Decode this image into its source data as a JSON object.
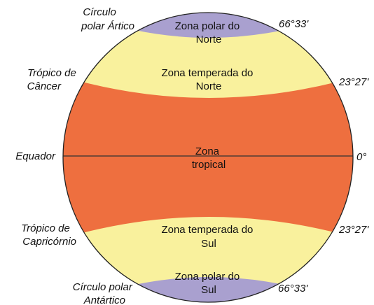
{
  "zones": {
    "north_polar": {
      "line1": "Zona polar do",
      "line2": "Norte",
      "color": "#a9a0cf"
    },
    "north_temperate": {
      "line1": "Zona temperada do",
      "line2": "Norte",
      "color": "#f9f19d"
    },
    "tropical": {
      "line1": "Zona",
      "line2": "tropical",
      "color": "#ee6f3f"
    },
    "south_temperate": {
      "line1": "Zona temperada do",
      "line2": "Sul",
      "color": "#f9f19d"
    },
    "south_polar": {
      "line1": "Zona polar do",
      "line2": "Sul",
      "color": "#a9a0cf"
    }
  },
  "left_labels": {
    "arctic_circle": {
      "line1": "Círculo",
      "line2": "polar Ártico"
    },
    "tropic_cancer": {
      "line1": "Trópico de",
      "line2": "Câncer"
    },
    "equator": "Equador",
    "tropic_capricorn": {
      "line1": "Trópico de",
      "line2": "Capricórnio"
    },
    "antarctic_circle": {
      "line1": "Círculo polar",
      "line2": "Antártico"
    }
  },
  "right_labels": {
    "arctic_latitude": "66°33'",
    "cancer_latitude": "23°27'",
    "equator_latitude": "0°",
    "capricorn_latitude": "23°27'",
    "antarctic_latitude": "66°33'"
  },
  "colors": {
    "outline": "#222222",
    "equator_line": "#333333"
  }
}
